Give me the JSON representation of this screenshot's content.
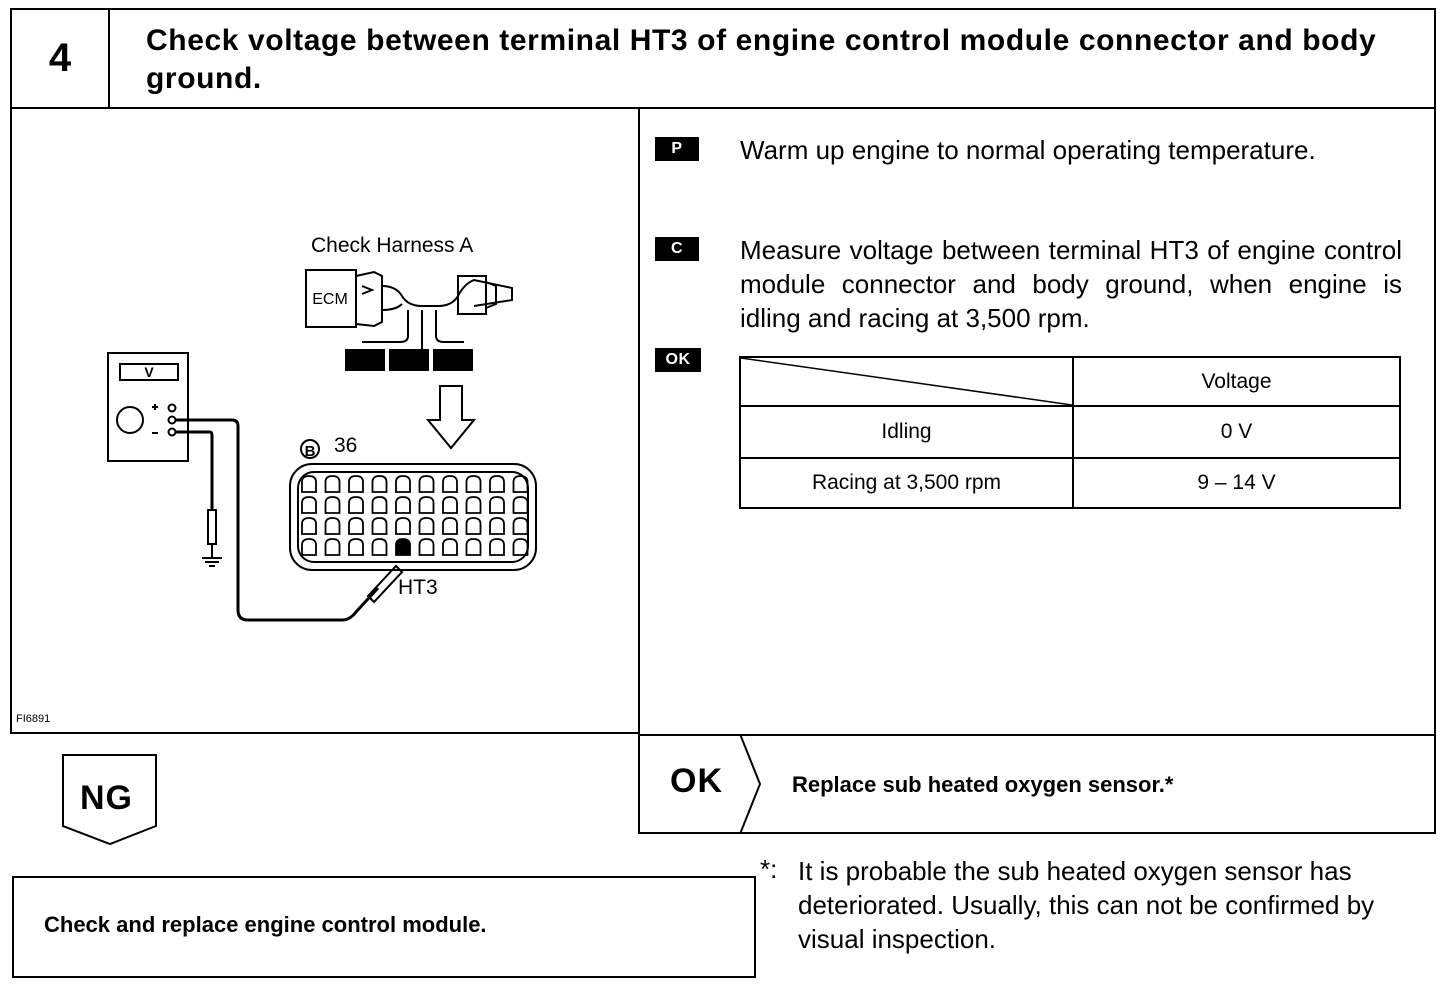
{
  "header": {
    "step_number": "4",
    "title": "Check voltage between terminal HT3 of engine control module connector and body ground."
  },
  "diagram": {
    "harness_label": "Check Harness A",
    "ecm_label": "ECM",
    "meter_label": "V",
    "connector_label": "36",
    "connector_symbol": "B",
    "terminal_label": "HT3",
    "figure_id": "FI6891"
  },
  "steps": [
    {
      "badge": "P",
      "text": "Warm up engine to normal operating temperature."
    },
    {
      "badge": "C",
      "text": "Measure voltage between terminal HT3 of engine control module connector and body ground, when engine is idling and racing at 3,500 rpm."
    }
  ],
  "ok_badge": "OK",
  "spec_table": {
    "header": [
      "",
      "Voltage"
    ],
    "rows": [
      {
        "condition": "Idling",
        "voltage": "0 V"
      },
      {
        "condition": "Racing at 3,500 rpm",
        "voltage": "9 – 14 V"
      }
    ]
  },
  "result_ok": {
    "label": "OK",
    "action": "Replace sub heated oxygen sensor.*"
  },
  "result_ng": {
    "label": "NG",
    "action": "Check and replace engine control module."
  },
  "footnote": {
    "mark": "*:",
    "text": "It is probable the sub heated oxygen sensor has deteriorated. Usually, this can not be confirmed by visual inspection."
  }
}
